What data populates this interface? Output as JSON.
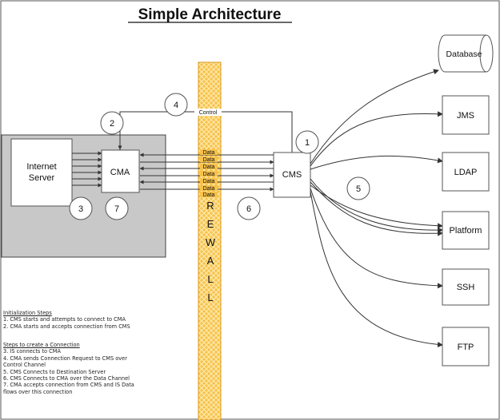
{
  "title": "Simple Architecture",
  "firewall_letters": [
    "R",
    "E",
    "W",
    "A",
    "L",
    "L"
  ],
  "nodes": {
    "internet_server_line1": "Internet",
    "internet_server_line2": "Server",
    "cma": "CMA",
    "cms": "CMS",
    "database": "Database",
    "jms": "JMS",
    "ldap": "LDAP",
    "platform": "Platform",
    "ssh": "SSH",
    "ftp": "FTP"
  },
  "control_label": "Control",
  "data_label": "Data",
  "step_markers": [
    "1",
    "2",
    "3",
    "4",
    "5",
    "6",
    "7"
  ],
  "colors": {
    "firewall_fill": "#f7c14a",
    "firewall_hatch": "#fce6a3",
    "group_fill": "#c8c8c8"
  },
  "notes": {
    "init_heading": "Initialization Steps",
    "init_steps": [
      "1.  CMS starts and attempts to connect to CMA",
      "2.  CMA starts and accepts connection from CMS"
    ],
    "conn_heading": "Steps to create a Connection",
    "conn_steps": [
      "3.  IS connects to CMA",
      "4.  CMA sends Connection Request to CMS over",
      "Control Channel",
      "5.  CMS Connects to Destination Server",
      "6.  CMS Connects to CMA over the Data Channel",
      "7.  CMA accepts connection from CMS and IS Data",
      "flows over this connection"
    ]
  }
}
